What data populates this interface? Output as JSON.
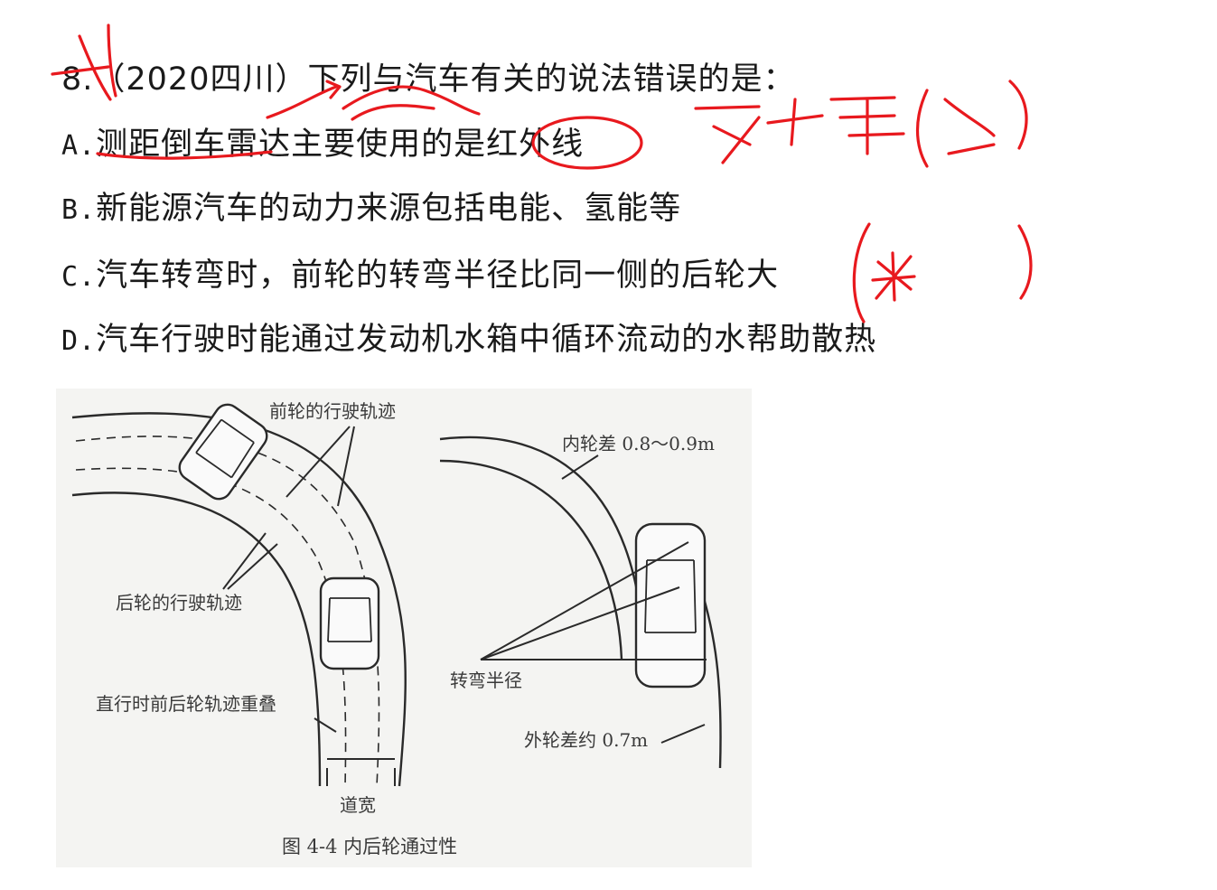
{
  "question": {
    "stem": "8.（2020四川）下列与汽车有关的说法错误的是：",
    "options": [
      {
        "letter": "A.",
        "text": "测距倒车雷达主要使用的是红外线"
      },
      {
        "letter": "B.",
        "text": "新能源汽车的动力来源包括电能、氢能等"
      },
      {
        "letter": "C.",
        "text": "汽车转弯时，前轮的转弯半径比同一侧的后轮大"
      },
      {
        "letter": "D.",
        "text": "汽车行驶时能通过发动机水箱中循环流动的水帮助散热"
      }
    ]
  },
  "figure": {
    "labels": {
      "front_track": "前轮的行驶轨迹",
      "rear_track": "后轮的行驶轨迹",
      "straight_overlap": "直行时前后轮轨迹重叠",
      "road_width": "道宽",
      "inner_diff": "内轮差 0.8～0.9m",
      "turn_radius": "转弯半径",
      "outer_diff": "外轮差约 0.7m"
    },
    "caption": "图 4-4    内后轮通过性"
  },
  "colors": {
    "ink": "#e8191e",
    "text": "#1a1a1a",
    "figure_bg": "#f4f4f2"
  }
}
